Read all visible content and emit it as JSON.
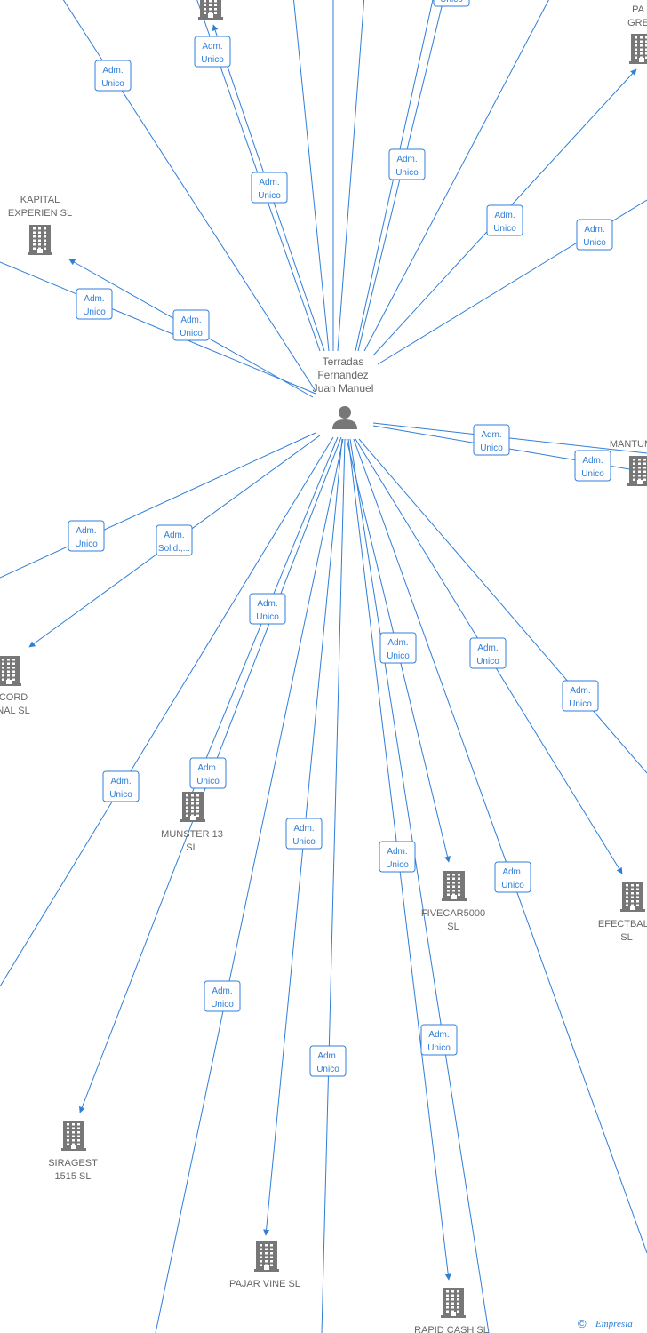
{
  "center": {
    "lines": [
      "Terradas",
      "Fernandez",
      "Juan Manuel"
    ]
  },
  "companies": [
    {
      "id": "kapital",
      "lines": [
        "KAPITAL",
        "EXPERIEN SL"
      ]
    },
    {
      "id": "mantum",
      "lines": [
        "MANTUM"
      ]
    },
    {
      "id": "record",
      "lines": [
        "CORD",
        "NAL SL"
      ]
    },
    {
      "id": "munster",
      "lines": [
        "MUNSTER 13",
        "SL"
      ]
    },
    {
      "id": "fivecar",
      "lines": [
        "FIVECAR5000",
        "SL"
      ]
    },
    {
      "id": "efectbala",
      "lines": [
        "EFECTBALA",
        "SL"
      ]
    },
    {
      "id": "siragest",
      "lines": [
        "SIRAGEST",
        "1515 SL"
      ]
    },
    {
      "id": "pajar",
      "lines": [
        "PAJAR VINE SL"
      ]
    },
    {
      "id": "rapid",
      "lines": [
        "RAPID CASH SL"
      ]
    },
    {
      "id": "gre",
      "lines": [
        "PA",
        "GRE"
      ]
    },
    {
      "id": "top",
      "lines": []
    }
  ],
  "roles": [
    {
      "id": "r1",
      "lines": [
        "Adm.",
        "Unico"
      ]
    },
    {
      "id": "r2",
      "lines": [
        "Adm.",
        "Unico"
      ]
    },
    {
      "id": "r3",
      "lines": [
        "Adm.",
        "Unico"
      ]
    },
    {
      "id": "r4",
      "lines": [
        "Adm.",
        "Unico"
      ]
    },
    {
      "id": "r5",
      "lines": [
        "Adm.",
        "Unico"
      ]
    },
    {
      "id": "r6",
      "lines": [
        "Adm.",
        "Unico"
      ]
    },
    {
      "id": "r7",
      "lines": [
        "Adm.",
        "Unico"
      ]
    },
    {
      "id": "r8",
      "lines": [
        "Adm.",
        "Unico"
      ]
    },
    {
      "id": "r9",
      "lines": [
        "Adm.",
        "Unico"
      ]
    },
    {
      "id": "r10",
      "lines": [
        "Adm.",
        "Unico"
      ]
    },
    {
      "id": "r11",
      "lines": [
        "Adm.",
        "Unico"
      ]
    },
    {
      "id": "r12",
      "lines": [
        "Adm.",
        "Solid.,..."
      ]
    },
    {
      "id": "r13",
      "lines": [
        "Adm.",
        "Unico"
      ]
    },
    {
      "id": "r14",
      "lines": [
        "Adm.",
        "Unico"
      ]
    },
    {
      "id": "r15",
      "lines": [
        "Adm.",
        "Unico"
      ]
    },
    {
      "id": "r16",
      "lines": [
        "Adm.",
        "Unico"
      ]
    },
    {
      "id": "r17",
      "lines": [
        "Adm.",
        "Unico"
      ]
    },
    {
      "id": "r18",
      "lines": [
        "Adm.",
        "Unico"
      ]
    },
    {
      "id": "r19",
      "lines": [
        "Adm.",
        "Unico"
      ]
    },
    {
      "id": "r20",
      "lines": [
        "Adm.",
        "Unico"
      ]
    },
    {
      "id": "r21",
      "lines": [
        "Adm.",
        "Unico"
      ]
    },
    {
      "id": "r22",
      "lines": [
        "Adm.",
        "Unico"
      ]
    },
    {
      "id": "r23",
      "lines": [
        "Adm.",
        "Unico"
      ]
    },
    {
      "id": "r24",
      "lines": [
        "Adm.",
        "Unico"
      ]
    },
    {
      "id": "r25",
      "lines": [
        "Adm.",
        "Unico"
      ]
    }
  ],
  "brand": {
    "copyright": "©",
    "name": "Empresia"
  },
  "colors": {
    "edge": "#2f7ed8",
    "node": "#777777",
    "label": "#666666"
  }
}
